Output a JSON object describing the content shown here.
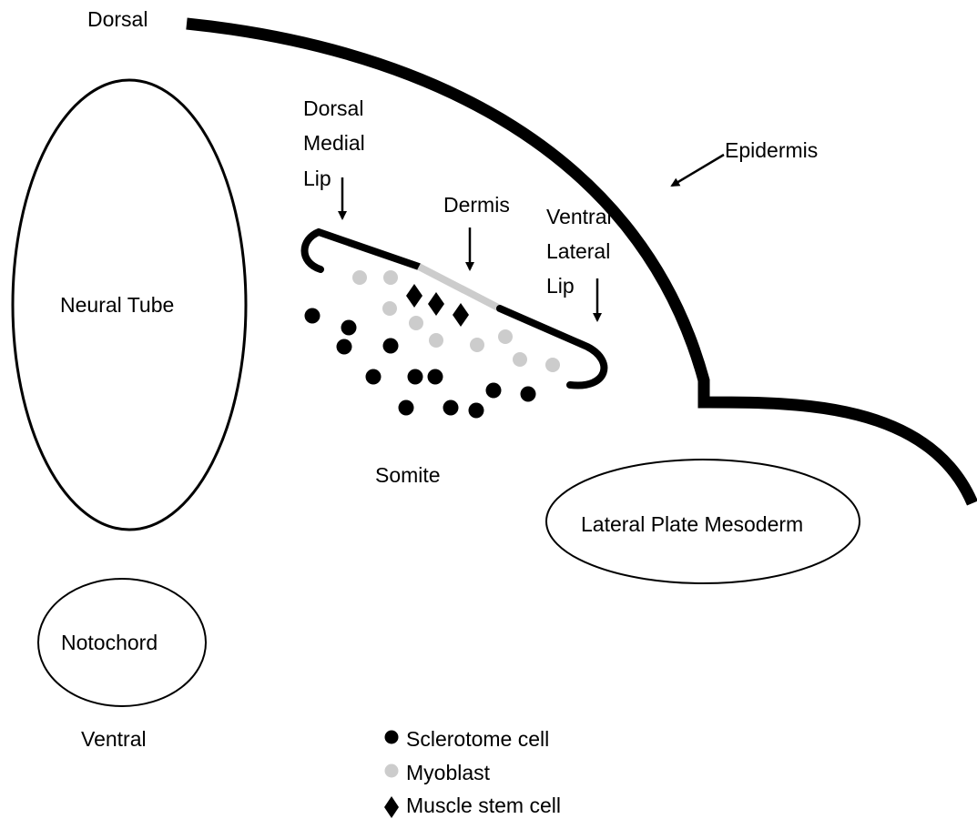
{
  "labels": {
    "dorsal": "Dorsal",
    "ventral": "Ventral",
    "neural_tube": "Neural Tube",
    "notochord": "Notochord",
    "somite": "Somite",
    "lateral_plate_mesoderm": "Lateral Plate Mesoderm",
    "epidermis": "Epidermis",
    "dermis": "Dermis",
    "dorsal_medial_lip": [
      "Dorsal",
      "Medial",
      "Lip"
    ],
    "ventral_lateral_lip": [
      "Ventral",
      "Lateral",
      "Lip"
    ]
  },
  "legend": {
    "sclerotome": "Sclerotome cell",
    "myoblast": "Myoblast",
    "muscle_stem_cell": "Muscle stem cell"
  },
  "colors": {
    "sclerotome": "#000000",
    "myoblast": "#cccccc",
    "muscle_stem_cell": "#000000",
    "dermis_segment": "#cccccc",
    "outline": "#000000"
  },
  "icons": {
    "sclerotome": "filled-circle",
    "myoblast": "gray-circle",
    "muscle_stem_cell": "diamond"
  }
}
